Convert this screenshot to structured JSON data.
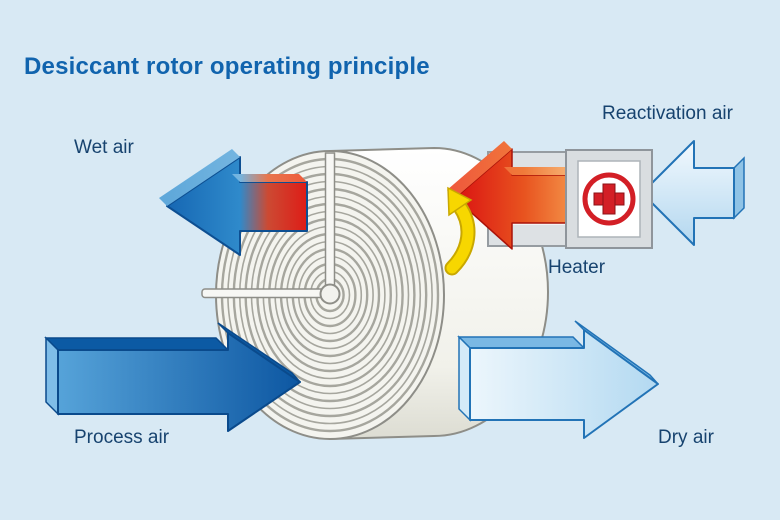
{
  "title": "Desiccant rotor operating principle",
  "labels": {
    "wet_air": "Wet air",
    "reactivation_air": "Reactivation air",
    "heater": "Heater",
    "process_air": "Process air",
    "dry_air": "Dry air"
  },
  "icons": {
    "heater_symbol": "plus-in-circle",
    "rotation_indicator": "curved-arrow-counterclockwise"
  },
  "colors": {
    "background": "#d8e9f4",
    "title_text": "#1164ae",
    "label_text": "#17436f",
    "hot_air_red": "#da1212",
    "cool_air_blue": "#1a6fbb",
    "pale_air_blue": "#b3d7ef",
    "rotation_arrow_yellow": "#f7d700",
    "heater_symbol_red": "#d31f26",
    "rotor_ring_gray": "#a6a69e"
  }
}
